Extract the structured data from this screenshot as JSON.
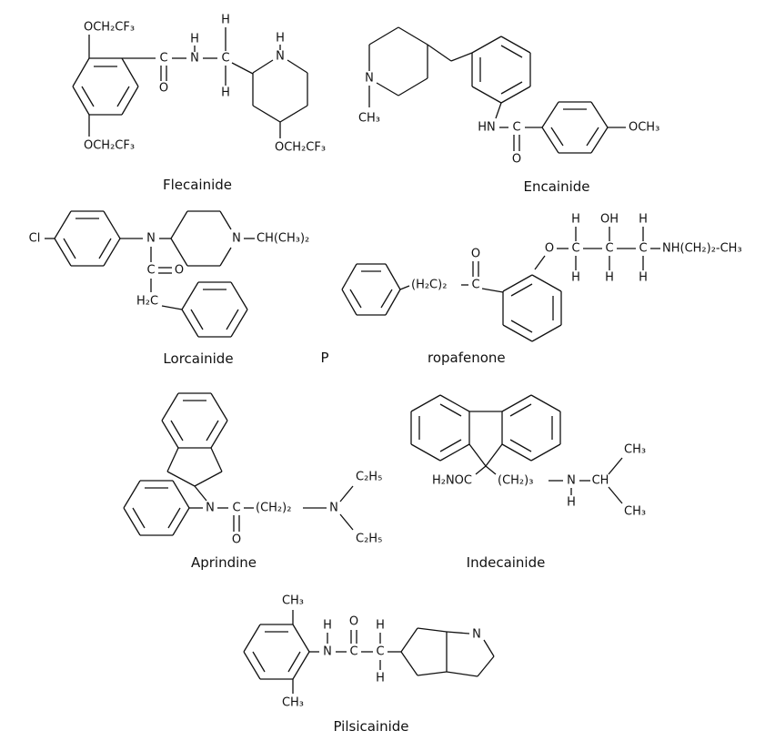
{
  "colors": {
    "ink": "#111111",
    "background": "#ffffff"
  },
  "molecules": [
    {
      "caption": "Flecainide",
      "labels": {
        "top_ether": "OCH₂CF₃",
        "bottom_ether": "OCH₂CF₃",
        "carbonyl_c": "C",
        "carbonyl_o": "O",
        "amide_h": "H",
        "amide_n": "N",
        "methine_h_top": "H",
        "methine_c": "C",
        "methine_h_bottom": "H",
        "piperidine_h": "H",
        "piperidine_n": "N",
        "piperidinyl_ether": "OCH₂CF₃"
      }
    },
    {
      "caption": "Encainide",
      "labels": {
        "piperidine_n": "N",
        "n_methyl": "CH₃",
        "anilide_hn": "HN",
        "carbonyl_c": "C",
        "carbonyl_o": "O",
        "methoxy": "OCH₃"
      }
    },
    {
      "caption": "Lorcainide",
      "labels": {
        "chloro": "Cl",
        "amide_n": "N",
        "piperidine_n": "N",
        "isopropyl": "CH(CH₃)₂",
        "carbonyl_c": "C",
        "carbonyl_o": "O",
        "methylene": "H₂C"
      }
    },
    {
      "caption_p": "P",
      "caption_rest": "ropafenone",
      "labels": {
        "ethylene": "(H₂C)₂",
        "carbonyl_c": "C",
        "carbonyl_o": "O",
        "ether_o": "O",
        "c1": "C",
        "c1_h_top": "H",
        "c1_h_bottom": "H",
        "c2": "C",
        "c2_oh": "OH",
        "c2_h_bottom": "H",
        "c3": "C",
        "c3_h_top": "H",
        "c3_h_bottom": "H",
        "amine_chain": "NH(CH₂)₂-CH₃"
      }
    },
    {
      "caption": "Aprindine",
      "labels": {
        "amine_n": "N",
        "carbonyl_c": "C",
        "carbonyl_o": "O",
        "propylene": "(CH₂)₂",
        "tertiary_n": "N",
        "ethyl_top": "C₂H₅",
        "ethyl_bottom": "C₂H₅"
      }
    },
    {
      "caption": "Indecainide",
      "labels": {
        "carboxamide": "H₂NOC",
        "propyl": "(CH₂)₃",
        "amine_n": "N",
        "amine_h": "H",
        "isopropyl_ch": "CH",
        "methyl_top": "CH₃",
        "methyl_bottom": "CH₃"
      }
    },
    {
      "caption": "Pilsicainide",
      "labels": {
        "methyl_top": "CH₃",
        "methyl_bottom": "CH₃",
        "anilide_h": "H",
        "anilide_n": "N",
        "carbonyl_o": "O",
        "carbonyl_c": "C",
        "methylene_h_top": "H",
        "methylene_c": "C",
        "methylene_h_bottom": "H",
        "bicyclic_n": "N"
      }
    }
  ]
}
